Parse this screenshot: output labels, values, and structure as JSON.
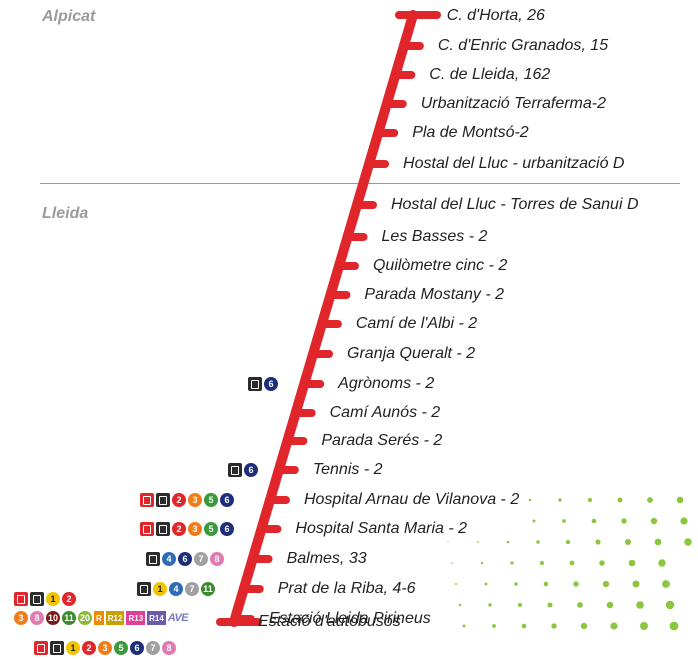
{
  "zones": [
    {
      "name": "Alpicat"
    },
    {
      "name": "Lleida"
    }
  ],
  "stops": [
    "C. d'Horta, 26",
    "C. d'Enric Granados, 15",
    "C. de Lleida, 162",
    "Urbanització Terraferma-2",
    "Pla de Montsó-2",
    "Hostal del Lluc - urbanització D",
    "Hostal del Lluc - Torres de Sanui D",
    "Les Basses - 2",
    "Quilòmetre cinc - 2",
    "Parada Mostany - 2",
    "Camí de l'Albi - 2",
    "Granja Queralt - 2",
    "Agrònoms - 2",
    "Camí Aunós - 2",
    "Parada Serés - 2",
    "Tennis - 2",
    "Hospital Arnau de Vilanova - 2",
    "Hospital Santa Maria - 2",
    "Balmes, 33",
    "Prat de la Riba, 4-6",
    "Estació Lleida Pirineus",
    "Estació d'autobusos"
  ],
  "connections": {
    "agronoms": [
      "bus-dark",
      "6"
    ],
    "tennis": [
      "bus-dark",
      "6"
    ],
    "hospital_arnau": [
      "bus-red",
      "bus-dark",
      "2",
      "3",
      "5",
      "6"
    ],
    "hospital_santa_maria": [
      "bus-red",
      "bus-dark",
      "2",
      "3",
      "5",
      "6"
    ],
    "balmes": [
      "bus-dark",
      "4",
      "6",
      "7",
      "8"
    ],
    "prat_de_la_riba": [
      "bus-dark",
      "1",
      "4",
      "7",
      "11"
    ],
    "pirineus_row1": [
      "bus-red",
      "bus-dark",
      "1",
      "2"
    ],
    "pirineus_row2": [
      "3",
      "8",
      "10",
      "11",
      "20",
      "R",
      "R12",
      "R13",
      "R14",
      "AVE"
    ],
    "autobusos": [
      "bus-red",
      "bus-dark",
      "1",
      "2",
      "3",
      "5",
      "6",
      "7",
      "8"
    ]
  },
  "colors": {
    "route_line": "#e0262b",
    "zone_label": "#9a9a9a",
    "lines": {
      "1": "#f2c500",
      "2": "#e0262b",
      "3": "#f07d1a",
      "4": "#2e6db4",
      "5": "#3a9a3a",
      "6": "#1e2f7a",
      "7": "#a0a0a0",
      "8": "#e07ab0",
      "10": "#7a1a1a",
      "11": "#3d8b2f",
      "20": "#8cb83a",
      "R": "#f08a00",
      "R12": "#c8a000",
      "R13": "#e0409a",
      "R14": "#6a5aaa"
    },
    "decor_dots": "#8cc63f"
  }
}
